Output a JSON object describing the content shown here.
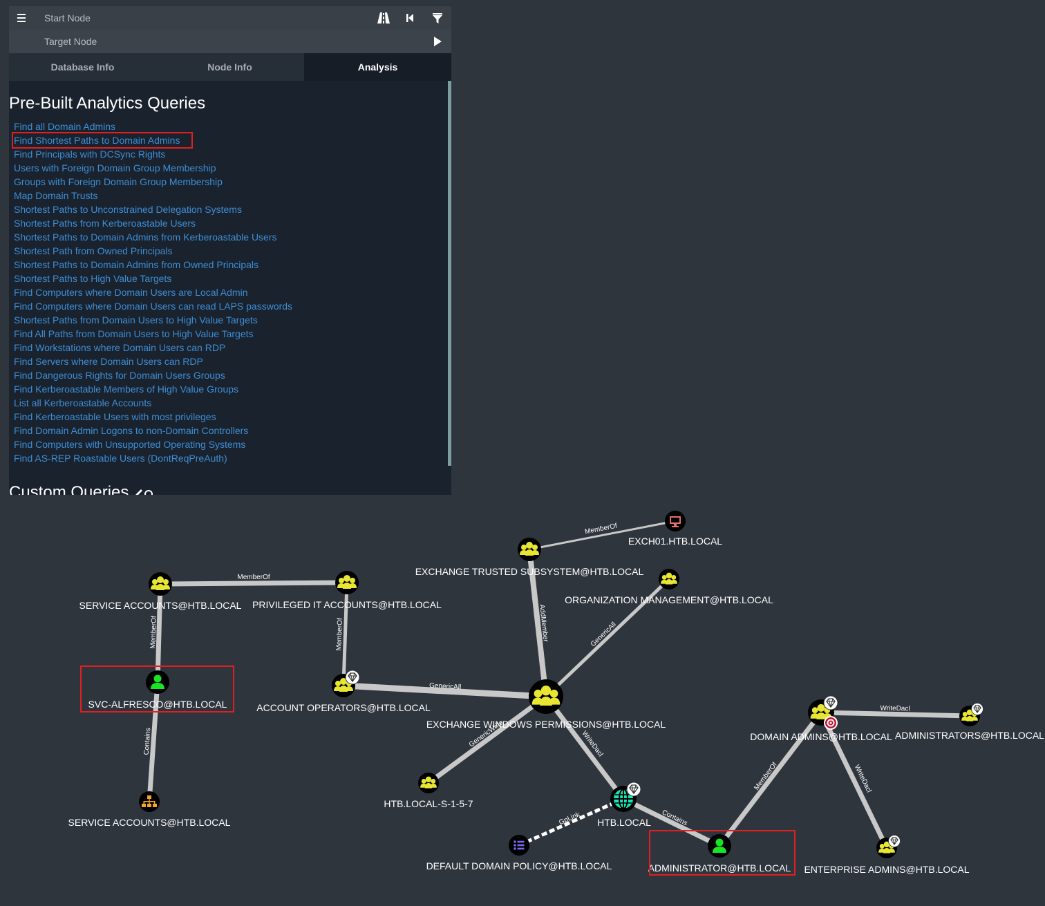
{
  "search": {
    "start_placeholder": "Start Node",
    "target_placeholder": "Target Node"
  },
  "tabs": [
    {
      "label": "Database Info",
      "active": false
    },
    {
      "label": "Node Info",
      "active": false
    },
    {
      "label": "Analysis",
      "active": true
    }
  ],
  "analysis": {
    "prebuilt_title": "Pre-Built Analytics Queries",
    "custom_title": "Custom Queries",
    "queries": [
      "Find all Domain Admins",
      "Find Shortest Paths to Domain Admins",
      "Find Principals with DCSync Rights",
      "Users with Foreign Domain Group Membership",
      "Groups with Foreign Domain Group Membership",
      "Map Domain Trusts",
      "Shortest Paths to Unconstrained Delegation Systems",
      "Shortest Paths from Kerberoastable Users",
      "Shortest Paths to Domain Admins from Kerberoastable Users",
      "Shortest Path from Owned Principals",
      "Shortest Paths to Domain Admins from Owned Principals",
      "Shortest Paths to High Value Targets",
      "Find Computers where Domain Users are Local Admin",
      "Find Computers where Domain Users can read LAPS passwords",
      "Shortest Paths from Domain Users to High Value Targets",
      "Find All Paths from Domain Users to High Value Targets",
      "Find Workstations where Domain Users can RDP",
      "Find Servers where Domain Users can RDP",
      "Find Dangerous Rights for Domain Users Groups",
      "Find Kerberoastable Members of High Value Groups",
      "List all Kerberoastable Accounts",
      "Find Kerberoastable Users with most privileges",
      "Find Domain Admin Logons to non-Domain Controllers",
      "Find Computers with Unsupported Operating Systems",
      "Find AS-REP Roastable Users (DontReqPreAuth)"
    ],
    "highlighted_query": "Find Shortest Paths to Domain Admins"
  },
  "colors": {
    "group": "#e8e632",
    "user": "#17e625",
    "computer": "#e76f6f",
    "ou": "#f5a623",
    "domain": "#17e6b9",
    "gpo": "#7b68ee",
    "highlight": "#e02020",
    "link": "#3d8ed6"
  },
  "graph": {
    "nodes": [
      {
        "id": "exch01",
        "label": "EXCH01.HTB.LOCAL",
        "type": "computer"
      },
      {
        "id": "ets",
        "label": "EXCHANGE TRUSTED SUBSYSTEM@HTB.LOCAL",
        "type": "group"
      },
      {
        "id": "orgmgmt",
        "label": "ORGANIZATION MANAGEMENT@HTB.LOCAL",
        "type": "group"
      },
      {
        "id": "svcaccts",
        "label": "SERVICE ACCOUNTS@HTB.LOCAL",
        "type": "group"
      },
      {
        "id": "privit",
        "label": "PRIVILEGED IT ACCOUNTS@HTB.LOCAL",
        "type": "group"
      },
      {
        "id": "svcalf",
        "label": "SVC-ALFRESCO@HTB.LOCAL",
        "type": "user",
        "highlighted": true
      },
      {
        "id": "acctops",
        "label": "ACCOUNT OPERATORS@HTB.LOCAL",
        "type": "group",
        "high_value": true
      },
      {
        "id": "ewp",
        "label": "EXCHANGE WINDOWS PERMISSIONS@HTB.LOCAL",
        "type": "group"
      },
      {
        "id": "domadm",
        "label": "DOMAIN ADMINS@HTB.LOCAL",
        "type": "group",
        "high_value": true,
        "target": true
      },
      {
        "id": "admins",
        "label": "ADMINISTRATORS@HTB.LOCAL",
        "type": "group",
        "high_value": true
      },
      {
        "id": "s157",
        "label": "HTB.LOCAL-S-1-5-7",
        "type": "group"
      },
      {
        "id": "htb",
        "label": "HTB.LOCAL",
        "type": "domain",
        "high_value": true
      },
      {
        "id": "svcou",
        "label": "SERVICE ACCOUNTS@HTB.LOCAL",
        "type": "ou"
      },
      {
        "id": "ddp",
        "label": "DEFAULT DOMAIN POLICY@HTB.LOCAL",
        "type": "gpo"
      },
      {
        "id": "admin",
        "label": "ADMINISTRATOR@HTB.LOCAL",
        "type": "user",
        "highlighted": true
      },
      {
        "id": "entadm",
        "label": "ENTERPRISE ADMINS@HTB.LOCAL",
        "type": "group",
        "high_value": true
      }
    ],
    "edges": [
      {
        "from": "ets",
        "to": "exch01",
        "label": "MemberOf"
      },
      {
        "from": "svcaccts",
        "to": "privit",
        "label": "MemberOf"
      },
      {
        "from": "svcalf",
        "to": "svcaccts",
        "label": "MemberOf"
      },
      {
        "from": "privit",
        "to": "acctops",
        "label": "MemberOf"
      },
      {
        "from": "ets",
        "to": "ewp",
        "label": "AddMember"
      },
      {
        "from": "ewp",
        "to": "orgmgmt",
        "label": "GenericAll"
      },
      {
        "from": "acctops",
        "to": "ewp",
        "label": "GenericAll"
      },
      {
        "from": "s157",
        "to": "ewp",
        "label": "GenericWrite"
      },
      {
        "from": "ewp",
        "to": "htb",
        "label": "WriteDacl"
      },
      {
        "from": "domadm",
        "to": "admins",
        "label": "WriteDacl"
      },
      {
        "from": "admin",
        "to": "domadm",
        "label": "MemberOf"
      },
      {
        "from": "domadm",
        "to": "entadm",
        "label": "WriteDacl"
      },
      {
        "from": "svcalf",
        "to": "svcou",
        "label": "Contains"
      },
      {
        "from": "ddp",
        "to": "htb",
        "label": "GpLink"
      },
      {
        "from": "htb",
        "to": "admin",
        "label": "Contains"
      }
    ]
  }
}
